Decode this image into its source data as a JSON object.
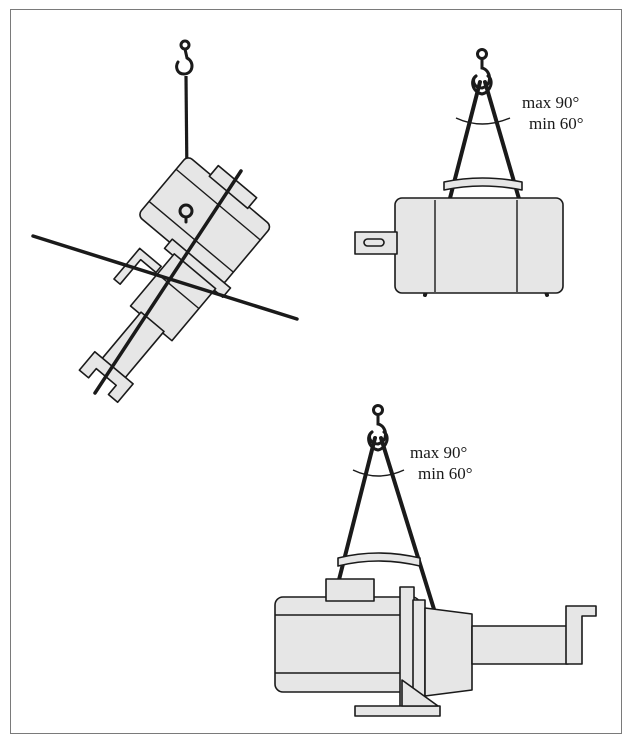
{
  "labels": {
    "motor_angle_max": "max 90°",
    "motor_angle_min": "min 60°",
    "pump_angle_max": "max 90°",
    "pump_angle_min": "min 60°"
  },
  "colors": {
    "stroke": "#1a1a1a",
    "fill": "#e6e6e6",
    "frame": "#7a7a7a"
  }
}
